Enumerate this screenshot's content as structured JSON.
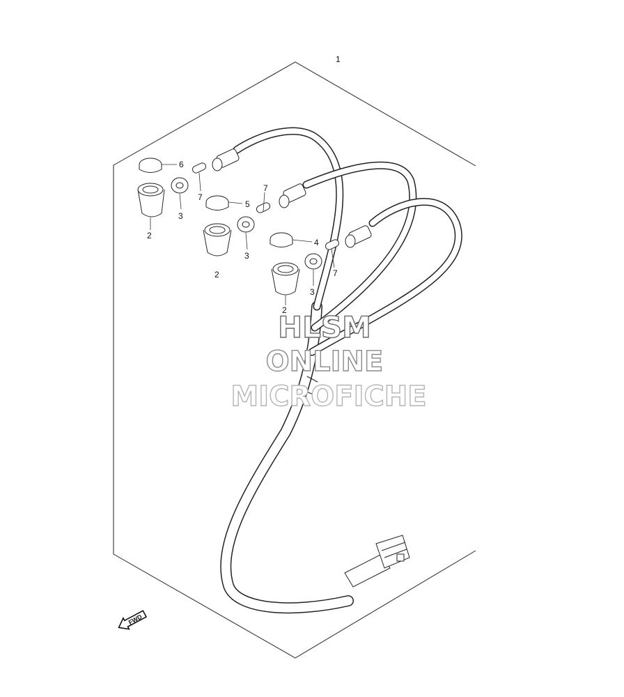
{
  "diagram": {
    "callouts": {
      "c1": "1",
      "c2a": "2",
      "c2b": "2",
      "c2c": "2",
      "c3a": "3",
      "c3b": "3",
      "c3c": "3",
      "c4": "4",
      "c5": "5",
      "c6": "6",
      "c7a": "7",
      "c7b": "7",
      "c7c": "7"
    },
    "fwd_label": "FWD"
  },
  "watermark": {
    "line1": "HLSM",
    "line2": "ONLINE",
    "line3": "MICROFICHE"
  }
}
